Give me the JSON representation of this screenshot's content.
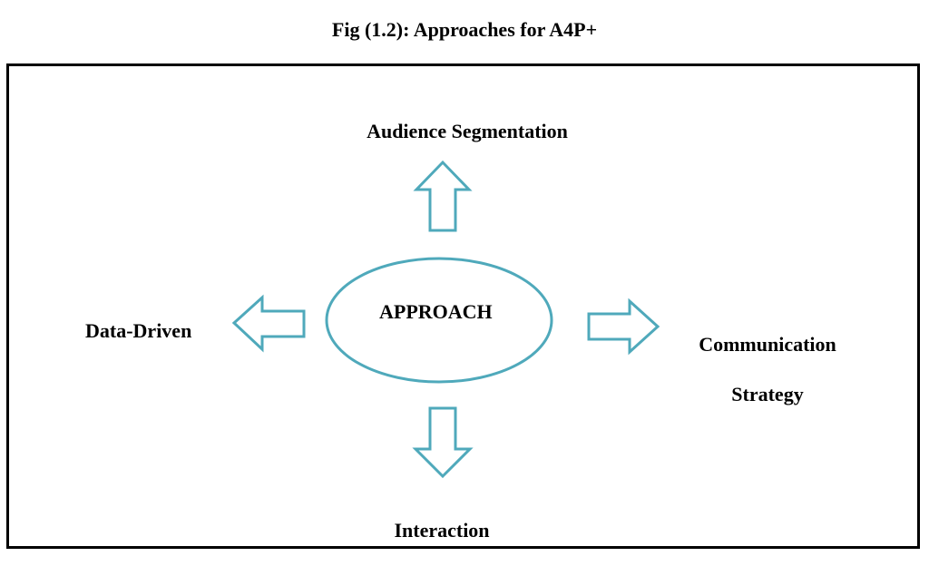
{
  "figure": {
    "caption": "Fig (1.2): Approaches for A4P+"
  },
  "diagram": {
    "center": "APPROACH",
    "top": "Audience Segmentation",
    "left": "Data-Driven",
    "right": "Communication Strategy",
    "bottom": "Interaction"
  },
  "colors": {
    "shape_stroke": "#4fa9bb",
    "frame": "#000000",
    "text": "#000000"
  }
}
